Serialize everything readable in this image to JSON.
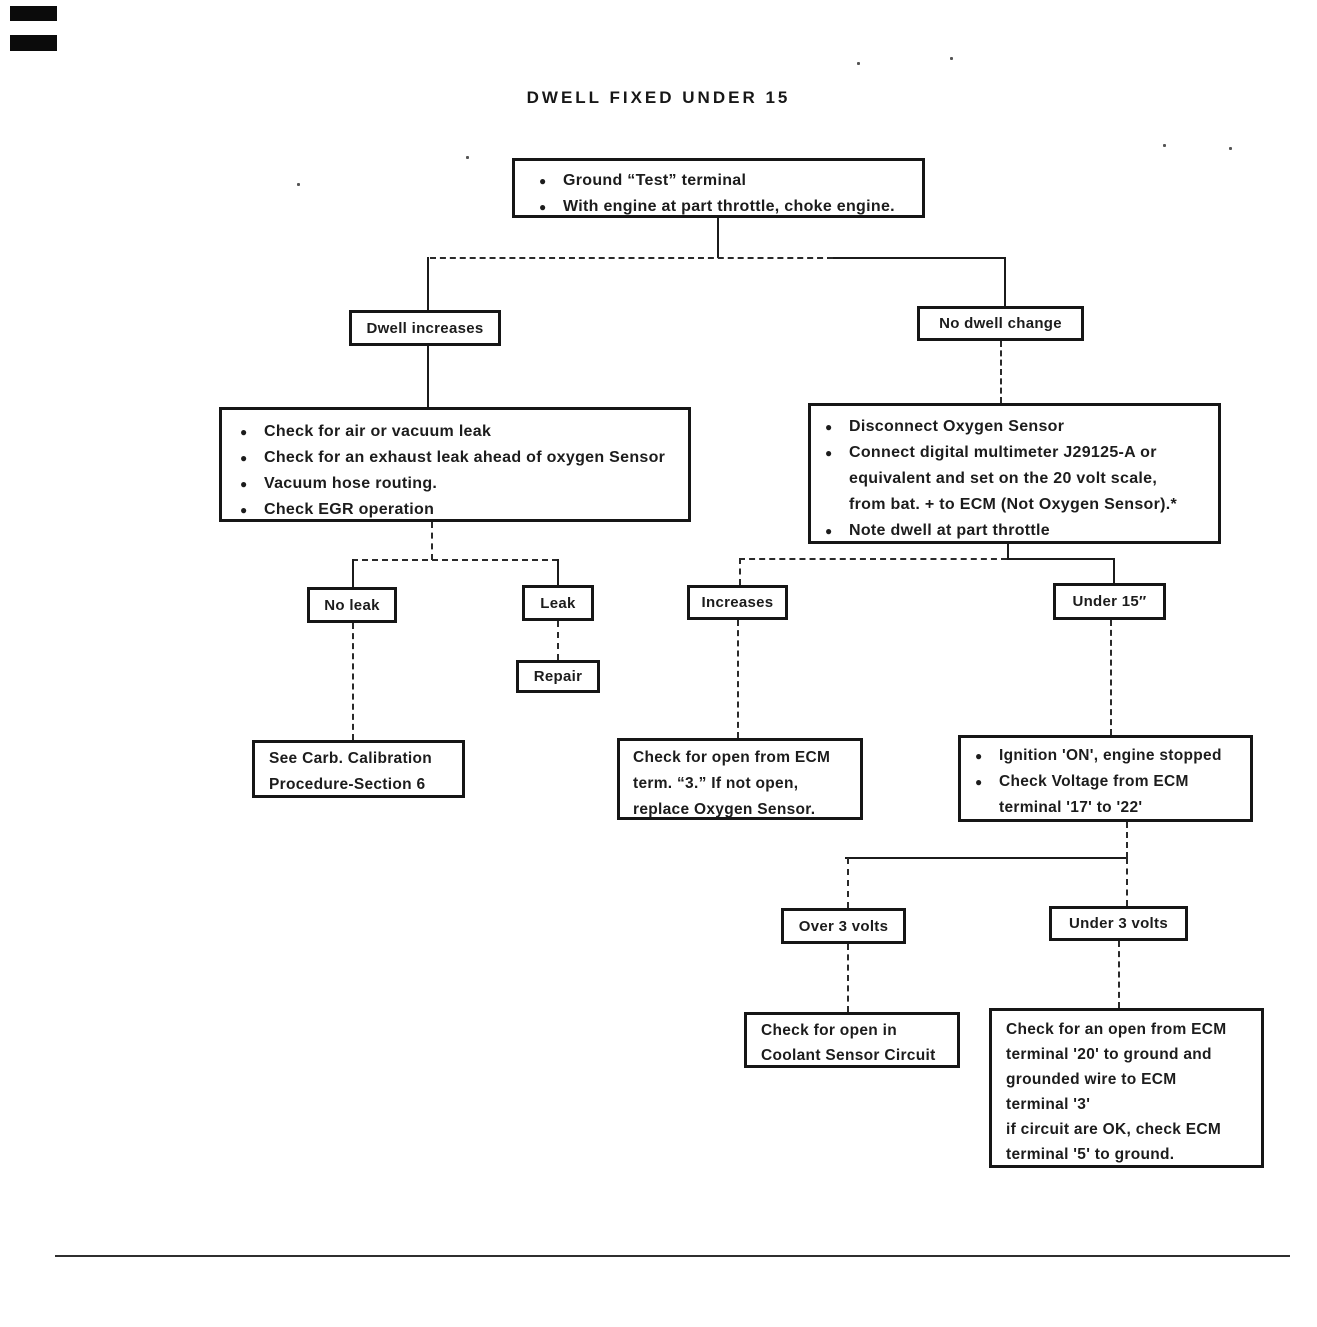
{
  "title": "DWELL FIXED UNDER 15",
  "glyphs": {
    "bullet": "●"
  },
  "nodes": {
    "start": {
      "lines": [
        "Ground “Test” terminal",
        "With engine at part throttle, choke engine."
      ]
    },
    "dwell_increases": {
      "label": "Dwell increases"
    },
    "no_dwell_change": {
      "label": "No dwell change"
    },
    "check_leaks": {
      "lines": [
        "Check for air or vacuum leak",
        "Check for an exhaust leak ahead of oxygen Sensor",
        "Vacuum hose routing.",
        "Check EGR operation"
      ]
    },
    "disconnect_sensor": {
      "lines": [
        "Disconnect Oxygen Sensor",
        "Connect digital multimeter J29125-A or",
        "equivalent and set on the 20 volt scale,",
        "from bat. + to ECM (Not Oxygen Sensor).*",
        "Note dwell at part throttle"
      ]
    },
    "no_leak": {
      "label": "No leak"
    },
    "leak": {
      "label": "Leak"
    },
    "increases": {
      "label": "Increases"
    },
    "under_15": {
      "label": "Under 15″"
    },
    "repair": {
      "label": "Repair"
    },
    "see_carb": {
      "lines": [
        "See Carb. Calibration",
        "Procedure-Section 6"
      ]
    },
    "check_open_ecm3": {
      "lines": [
        "Check for open from ECM",
        "term. “3.”  If not open,",
        "replace Oxygen Sensor."
      ]
    },
    "ignition_on": {
      "lines": [
        "Ignition 'ON', engine stopped",
        "Check Voltage from ECM",
        "terminal '17' to '22'"
      ]
    },
    "over_3_volts": {
      "label": "Over 3 volts"
    },
    "under_3_volts": {
      "label": "Under 3 volts"
    },
    "coolant_circuit": {
      "lines": [
        "Check for open in",
        "Coolant Sensor Circuit"
      ]
    },
    "ecm_terminal_20": {
      "lines": [
        "Check for an open from ECM",
        "terminal '20' to ground and",
        "grounded wire to ECM",
        "terminal '3'",
        "if circuit are OK, check ECM",
        "terminal '5' to ground."
      ]
    }
  }
}
